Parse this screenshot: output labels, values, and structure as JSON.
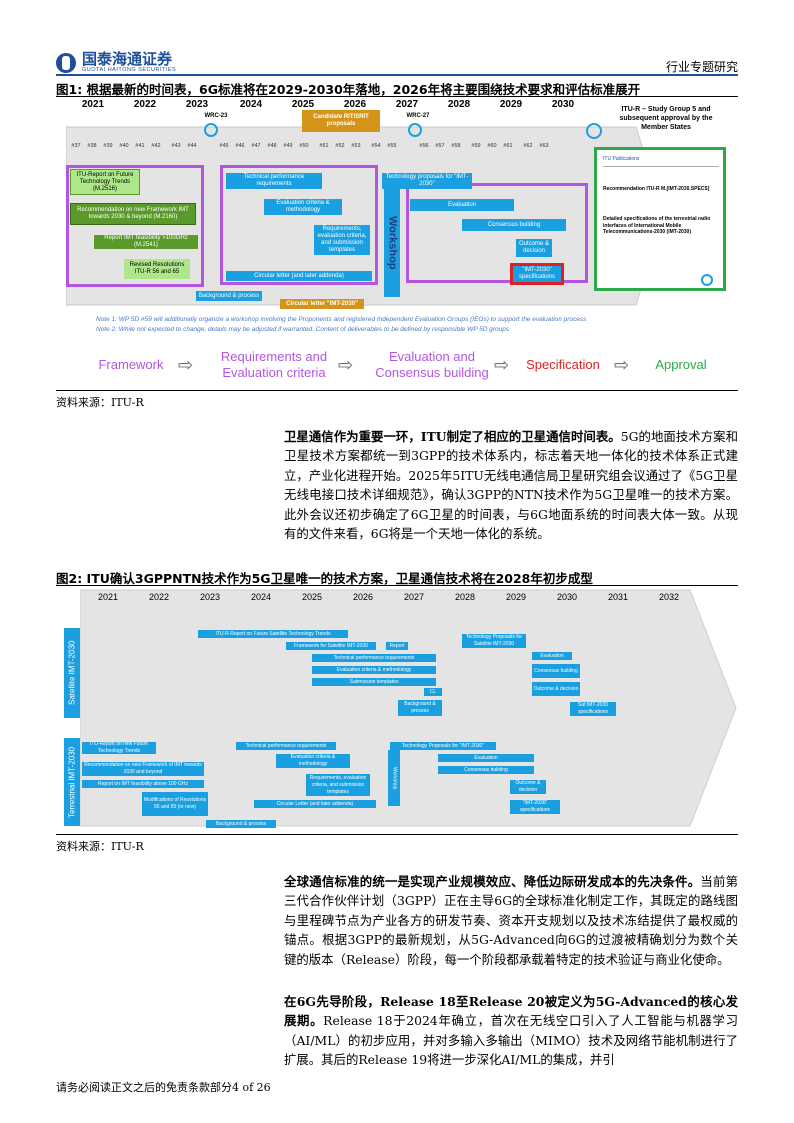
{
  "header": {
    "logo_cn": "国泰海通证券",
    "logo_en": "GUOTAI HAITONG SECURITIES",
    "section": "行业专题研究"
  },
  "figure1": {
    "title": "图1:  根据最新的时间表，6G标准将在2029-2030年落地，2026年将主要围绕技术要求和评估标准展开",
    "years": [
      "2021",
      "2022",
      "2023",
      "2024",
      "2025",
      "2026",
      "2027",
      "2028",
      "2029",
      "2030"
    ],
    "wrc23": "WRC-23",
    "wrc27": "WRC-27",
    "meetings": [
      "#37",
      "#38",
      "#39",
      "#40",
      "#41",
      "#42",
      "#43",
      "#44",
      "#45",
      "#46",
      "#47",
      "#48",
      "#49",
      "#50",
      "#51",
      "#52",
      "#53",
      "#54",
      "#55",
      "#56",
      "#57",
      "#58",
      "#59",
      "#60",
      "#61",
      "#62",
      "#63"
    ],
    "candidate": "Candidate RIT/SRIT proposals",
    "itu_report": "ITU-Report on Future Technology Trends (M.2516)",
    "recommendation": "Recommendation on new Framework IMT towards 2030 & beyond (M.2160)",
    "report_feas": "Report IMT feasibility >100GHz (M.2541)",
    "revised": "Revised Resolutions ITU-R 56 and 65",
    "tech_perf": "Technical performance requirements",
    "eval_criteria": "Evaluation criteria & methodology",
    "req_eval": "Requirements, evaluation criteria, and submission templates",
    "circular": "Circular letter (and later addenda)",
    "background": "Background & process",
    "circ_imt": "Circular letter \"IMT-2030\"",
    "workshop": "Workshop",
    "tech_prop": "Technology proposals for \"IMT-2030\"",
    "evaluation": "Evaluation",
    "consensus": "Consensus building",
    "outcome": "Outcome & decision",
    "imt_spec": "\"IMT-2030\" specifications",
    "sg5": "ITU-R – Study Group 5 and subsequent approval by the Member States",
    "doc_pub": "ITU Publications",
    "doc_rec": "Recommendation ITU-R M.[IMT-2030.SPECS]",
    "doc_detail": "Detailed specifications of the terrestrial radio interfaces of International Mobile Telecommunications-2030 (IMT-2030)",
    "note1": "Note 1: WP 5D #59 will additionally organize a workshop involving the Proponents and registered Independent Evaluation Groups (IEGs) to support the evaluation process",
    "note2": "Note 2: While not expected to change, details may be adjusted if warranted. Content of deliverables to be defined by responsible WP 5D groups",
    "phases": [
      "Framework",
      "Requirements and Evaluation criteria",
      "Evaluation and Consensus building",
      "Specification",
      "Approval"
    ],
    "source": "资料来源：ITU-R"
  },
  "para1": {
    "lead": "卫星通信作为重要一环，ITU制定了相应的卫星通信时间表。",
    "body": "5G的地面技术方案和卫星技术方案都统一到3GPP的技术体系内，标志着天地一体化的技术体系正式建立，产业化进程开始。2025年5ITU无线电通信局卫星研究组会议通过了《5G卫星无线电接口技术详细规范》，确认3GPP的NTN技术作为5G卫星唯一的技术方案。此外会议还初步确定了6G卫星的时间表，与6G地面系统的时间表大体一致。从现有的文件来看，6G将是一个天地一体化的系统。"
  },
  "figure2": {
    "title": "图2:  ITU确认3GPPNTN技术作为5G卫星唯一的技术方案，卫星通信技术将在2028年初步成型",
    "years": [
      "2021",
      "2022",
      "2023",
      "2024",
      "2025",
      "2026",
      "2027",
      "2028",
      "2029",
      "2030",
      "2031",
      "2032"
    ],
    "sat_label": "Satellite IMT-2030",
    "ter_label": "Terrestrial IMT-2030",
    "sat_items": [
      "ITU-R Report on Future Satellite Technology Trends",
      "Framework for Satellite IMT-2030",
      "Technical performance requirements",
      "Evaluation criteria & methodology",
      "Submission templates",
      "Report",
      "CL",
      "Background & process",
      "Technology Proposals for Satellite IMT-2030",
      "Evaluation",
      "Consensus building",
      "Outcome & decision",
      "Sat IMT-2030 specifications"
    ],
    "ter_items": [
      "ITU-Report on new Future Technology Trends",
      "Recommendation on new Framework of IMT towards 2030 and beyond",
      "Report on IMT feasibility above 100 GHz",
      "Modifications of Resolutions 56 and 65 (or new)",
      "Technical performance requirements",
      "Evaluation criteria & methodology",
      "Requirements, evaluation criteria, and submission templates",
      "Circular Letter (and later addenda)",
      "Background & process",
      "Workshop",
      "Technology Proposals for \"IMT-2030\"",
      "Evaluation",
      "Consensus building",
      "Outcome & decision",
      "\"IMT-2030\" specifications"
    ],
    "source": "资料来源：ITU-R"
  },
  "para2": {
    "lead": "全球通信标准的统一是实现产业规模效应、降低边际研发成本的先决条件。",
    "body": "当前第三代合作伙伴计划（3GPP）正在主导6G的全球标准化制定工作，其既定的路线图与里程碑节点为产业各方的研发节奏、资本开支规划以及技术冻结提供了最权威的锚点。根据3GPP的最新规划，从5G-Advanced向6G的过渡被精确划分为数个关键的版本（Release）阶段，每一个阶段都承载着特定的技术验证与商业化使命。"
  },
  "para3": {
    "lead": "在6G先导阶段，Release 18至Release 20被定义为5G-Advanced的核心发展期。",
    "body": "Release 18于2024年确立，首次在无线空口引入了人工智能与机器学习（AI/ML）的初步应用，并对多输入多输出（MIMO）技术及网络节能机制进行了扩展。其后的Release 19将进一步深化AI/ML的集成，并引"
  },
  "footer": {
    "disclaimer": "请务必阅读正文之后的免责条款部分",
    "page": "4 of 26"
  },
  "colors": {
    "brand": "#1f4e9c",
    "box_blue": "#1aa0e0",
    "purple": "#b455e0",
    "orange": "#d4941a",
    "red": "#e02020",
    "green": "#2da84a",
    "pale_green": "#aee68a",
    "dark_green": "#5a9a2a"
  }
}
